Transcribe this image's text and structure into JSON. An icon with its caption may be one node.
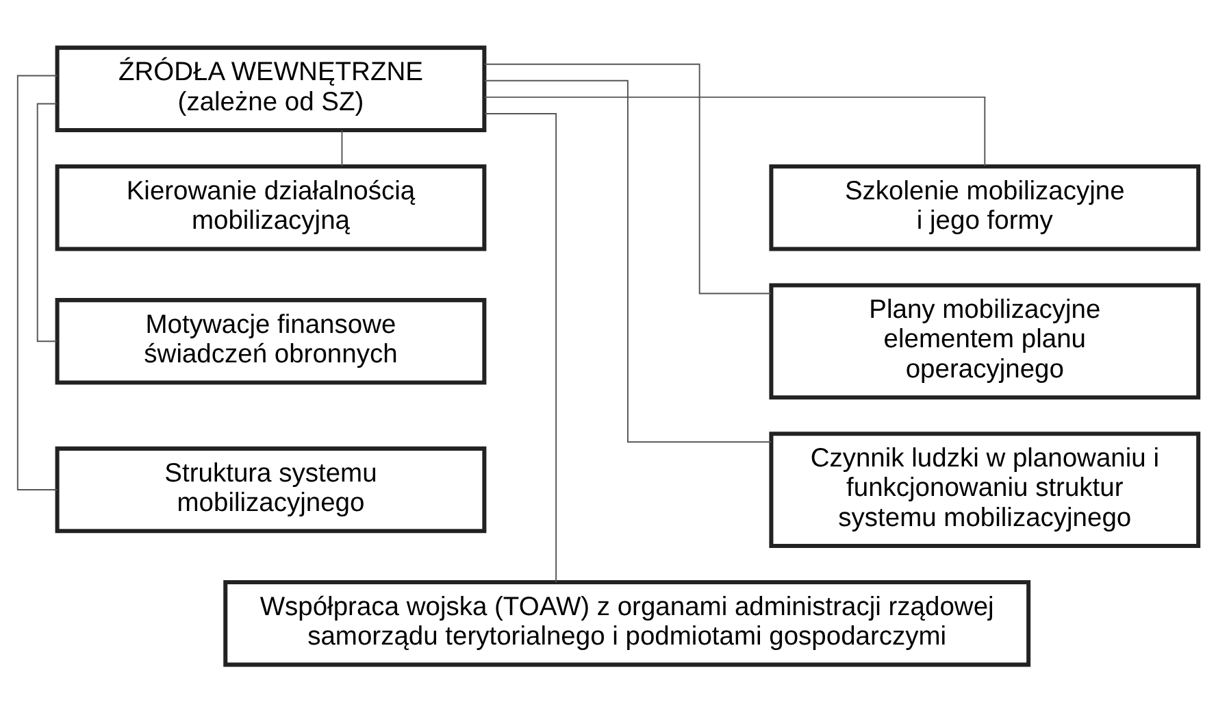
{
  "diagram": {
    "nodes": [
      {
        "text": [
          "ŹRÓDŁA WEWNĘTRZNE (zależne od SZ)"
        ]
      },
      {
        "text": [
          "Kierowanie działalnością mobilizacyjną"
        ]
      },
      {
        "text": [
          "Szkolenie mobilizacyjne i jego formy"
        ]
      },
      {
        "text": [
          "Motywacje finansowe świadczeń obronnych"
        ]
      },
      {
        "text": [
          "Plany mobilizacyjne elementem planu operacyjnego"
        ]
      },
      {
        "text": [
          "Struktura systemu mobilizacyjnego"
        ]
      },
      {
        "text": [
          "Czynnik ludzki w planowaniu i funkcjonowaniu struktur systemu mobilizacyjnego"
        ]
      },
      {
        "text": [
          "Współpraca wojska (TOAW) z organami administracji rządowej samorządu terytorialnego i podmiotami gospodarczymi"
        ]
      }
    ],
    "edges": [
      {
        "from": 0,
        "to": 1,
        "arrow": "none"
      },
      {
        "from": 0,
        "to": 2,
        "arrow": "none"
      },
      {
        "from": 0,
        "to": 3,
        "arrow": "none"
      },
      {
        "from": 0,
        "to": 4,
        "arrow": "none"
      },
      {
        "from": 0,
        "to": 5,
        "arrow": "none"
      },
      {
        "from": 0,
        "to": 6,
        "arrow": "none"
      },
      {
        "from": 0,
        "to": 7,
        "arrow": "none"
      }
    ]
  }
}
